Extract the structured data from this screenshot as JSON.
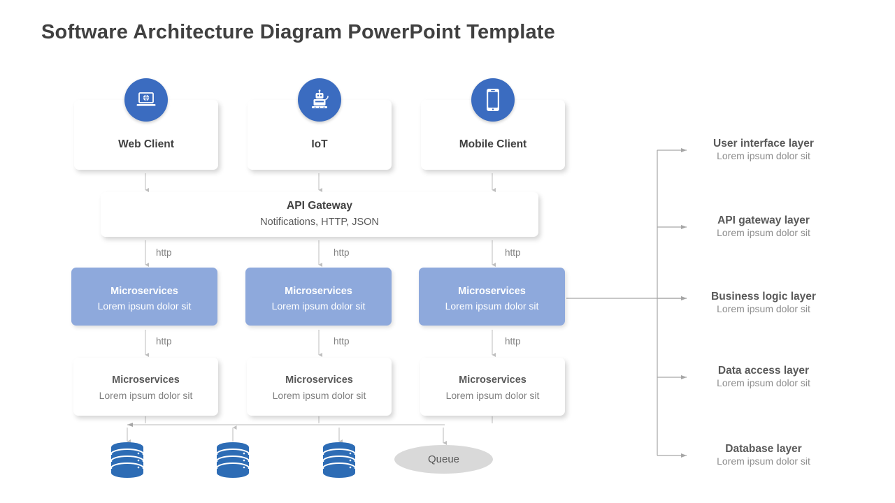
{
  "page": {
    "title": "Software Architecture Diagram PowerPoint Template",
    "background": "#FFFFFF"
  },
  "colors": {
    "icon_circle_blue": "#3B6CC0",
    "microservice_blue": "#8EA9DC",
    "database_blue": "#2D6CB5",
    "queue_gray": "#D9D9D9",
    "title_text": "#404040",
    "body_text": "#595959",
    "muted_text": "#8C8C8C",
    "connector_gray": "#A6A6A6"
  },
  "clients": [
    {
      "label": "Web Client",
      "icon": "laptop-icon"
    },
    {
      "label": "IoT",
      "icon": "robot-icon"
    },
    {
      "label": "Mobile Client",
      "icon": "smartphone-icon"
    }
  ],
  "api_gateway": {
    "title": "API Gateway",
    "subtitle": "Notifications, HTTP, JSON"
  },
  "protocol_labels": {
    "http": "http"
  },
  "microservices_primary": [
    {
      "title": "Microservices",
      "subtitle": "Lorem ipsum dolor sit"
    },
    {
      "title": "Microservices",
      "subtitle": "Lorem ipsum dolor sit"
    },
    {
      "title": "Microservices",
      "subtitle": "Lorem ipsum dolor sit"
    }
  ],
  "microservices_secondary": [
    {
      "title": "Microservices",
      "subtitle": "Lorem ipsum dolor sit"
    },
    {
      "title": "Microservices",
      "subtitle": "Lorem ipsum dolor sit"
    },
    {
      "title": "Microservices",
      "subtitle": "Lorem ipsum dolor sit"
    }
  ],
  "databases": [
    {
      "name": "database-cylinder"
    },
    {
      "name": "database-cylinder"
    },
    {
      "name": "database-cylinder"
    }
  ],
  "queue": {
    "label": "Queue"
  },
  "layers": [
    {
      "title": "User interface layer",
      "subtitle": "Lorem ipsum dolor sit"
    },
    {
      "title": "API gateway layer",
      "subtitle": "Lorem ipsum dolor sit"
    },
    {
      "title": "Business logic layer",
      "subtitle": "Lorem ipsum dolor sit"
    },
    {
      "title": "Data access layer",
      "subtitle": "Lorem ipsum dolor sit"
    },
    {
      "title": "Database layer",
      "subtitle": "Lorem ipsum dolor sit"
    }
  ]
}
